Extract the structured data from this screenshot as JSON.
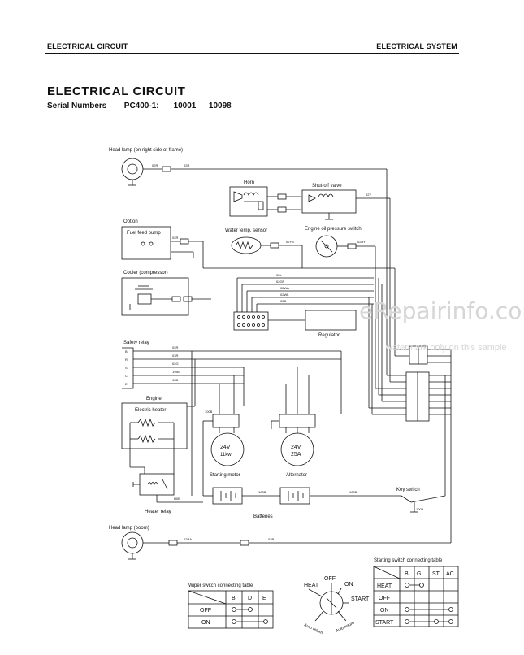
{
  "header": {
    "left": "ELECTRICAL CIRCUIT",
    "right": "ELECTRICAL SYSTEM"
  },
  "title": "ELECTRICAL CIRCUIT",
  "serial": {
    "label": "Serial Numbers",
    "model": "PC400-1:",
    "range": "10001 — 10098"
  },
  "watermark": {
    "site": "eRepairinfo.com",
    "note": "watermark only on this sample"
  },
  "components": {
    "head_lamp_frame": "Head lamp (on right side of frame)",
    "horn": "Horn",
    "shutoff_valve": "Shut-off valve",
    "option": "Option",
    "fuel_feed_pump": "Fuel feed pump",
    "water_temp_sensor": "Water temp. sensor",
    "engine_oil_pressure_switch": "Engine oil pressure switch",
    "cooler": "Cooler (compressor)",
    "regulator": "Regulator",
    "safety_relay": "Safety relay",
    "engine": "Engine",
    "electric_heater": "Electric heater",
    "starting_motor": "Starting motor",
    "starting_motor_rating_v": "24V",
    "starting_motor_rating_kw": "11kw",
    "alternator": "Alternator",
    "alternator_rating_v": "24V",
    "alternator_rating_a": "25A",
    "heater_relay": "Heater relay",
    "batteries": "Batteries",
    "key_switch": "Key switch",
    "head_lamp_boom": "Head lamp (boom)"
  },
  "wire_labels": {
    "w1": "02R",
    "w2": "02R",
    "w3": "02Y",
    "w4": "02YB",
    "w5": "02BY",
    "w6": "02L",
    "w7": "02GR",
    "w8": "02WA",
    "w9": "02WL",
    "w10": "02B",
    "w11": "02R",
    "w12": "03R",
    "w13": "02G",
    "w14": "1WB",
    "w15": "15B",
    "w16": "100B",
    "w17": "100B",
    "w18": "100B",
    "w19": "100B",
    "w20": "02RA",
    "w21": "02R",
    "w22": "H0B",
    "w23": "02Y",
    "w24": "02R"
  },
  "wiper_table": {
    "title": "Wiper switch connecting table",
    "columns": [
      "B",
      "D",
      "E"
    ],
    "rows": [
      {
        "label": "OFF",
        "conn": [
          true,
          true,
          false
        ]
      },
      {
        "label": "ON",
        "conn": [
          true,
          false,
          true
        ]
      }
    ]
  },
  "starting_table": {
    "title": "Starting switch connecting table",
    "columns": [
      "B",
      "GL",
      "ST",
      "AC"
    ],
    "rows": [
      {
        "label": "HEAT",
        "conn": [
          true,
          true,
          false,
          false
        ]
      },
      {
        "label": "OFF",
        "conn": [
          false,
          false,
          false,
          false
        ]
      },
      {
        "label": "ON",
        "conn": [
          true,
          false,
          false,
          true
        ]
      },
      {
        "label": "START",
        "conn": [
          true,
          false,
          true,
          true
        ]
      }
    ]
  },
  "key_dial": {
    "heat": "HEAT",
    "off": "OFF",
    "on": "ON",
    "start": "START",
    "auto_return_left": "Auto return",
    "auto_return_right": "Auto return"
  }
}
